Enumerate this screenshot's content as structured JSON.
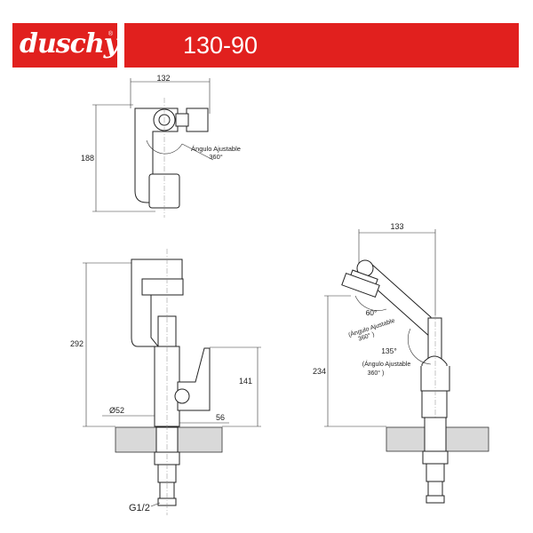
{
  "header": {
    "brand": "duschy",
    "brand_mark": "®",
    "model": "130-90",
    "accent_color": "#e1201e"
  },
  "top_view": {
    "width_dim": "132",
    "height_dim": "188",
    "angle_label": "Ángulo Ajustable",
    "angle_value": "360°"
  },
  "side_view": {
    "height_dim": "292",
    "spout_height_dim": "141",
    "diameter_dim": "Ø52",
    "handle_dim": "56",
    "thread_label": "G1/2"
  },
  "angled_view": {
    "width_dim": "133",
    "height_dim": "234",
    "angle1": "60°",
    "angle1_note": "(Ángulo Ajustable",
    "angle1_note2": "360° )",
    "angle2": "135°",
    "angle2_note": "(Ángulo Ajustable",
    "angle2_note2": "360° )"
  }
}
